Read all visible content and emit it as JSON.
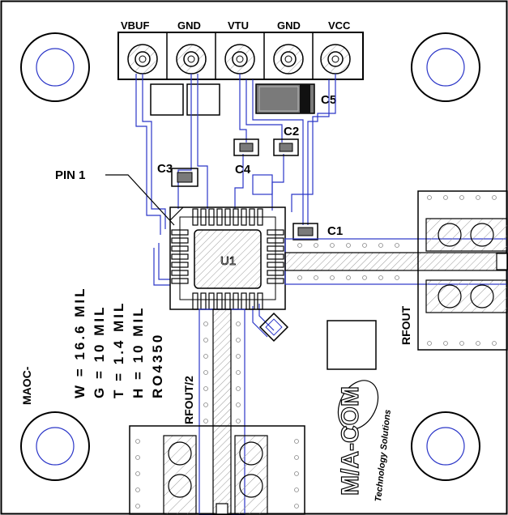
{
  "connector": {
    "pins": [
      "VBUF",
      "GND",
      "VTU",
      "GND",
      "VCC"
    ]
  },
  "labels": {
    "pin1": "PIN 1",
    "c1": "C1",
    "c2": "C2",
    "c3": "C3",
    "c4": "C4",
    "c5": "C5",
    "u1": "U1",
    "rfout": "RFOUT",
    "rfout2": "RFOUT/2",
    "maoc": "MAOC-"
  },
  "specs": {
    "lines": [
      "W = 16.6 MIL",
      "G = 10 MIL",
      "T = 1.4 MIL",
      "H = 10 MIL",
      "RO4350"
    ]
  },
  "logo": {
    "brand": "M/A-COM",
    "tagline": "Technology Solutions"
  },
  "colors": {
    "trace_blue": "#2b36c8",
    "ink": "#000000",
    "hatch": "#8c8c8c",
    "component_fill": "#7a7a7a"
  }
}
